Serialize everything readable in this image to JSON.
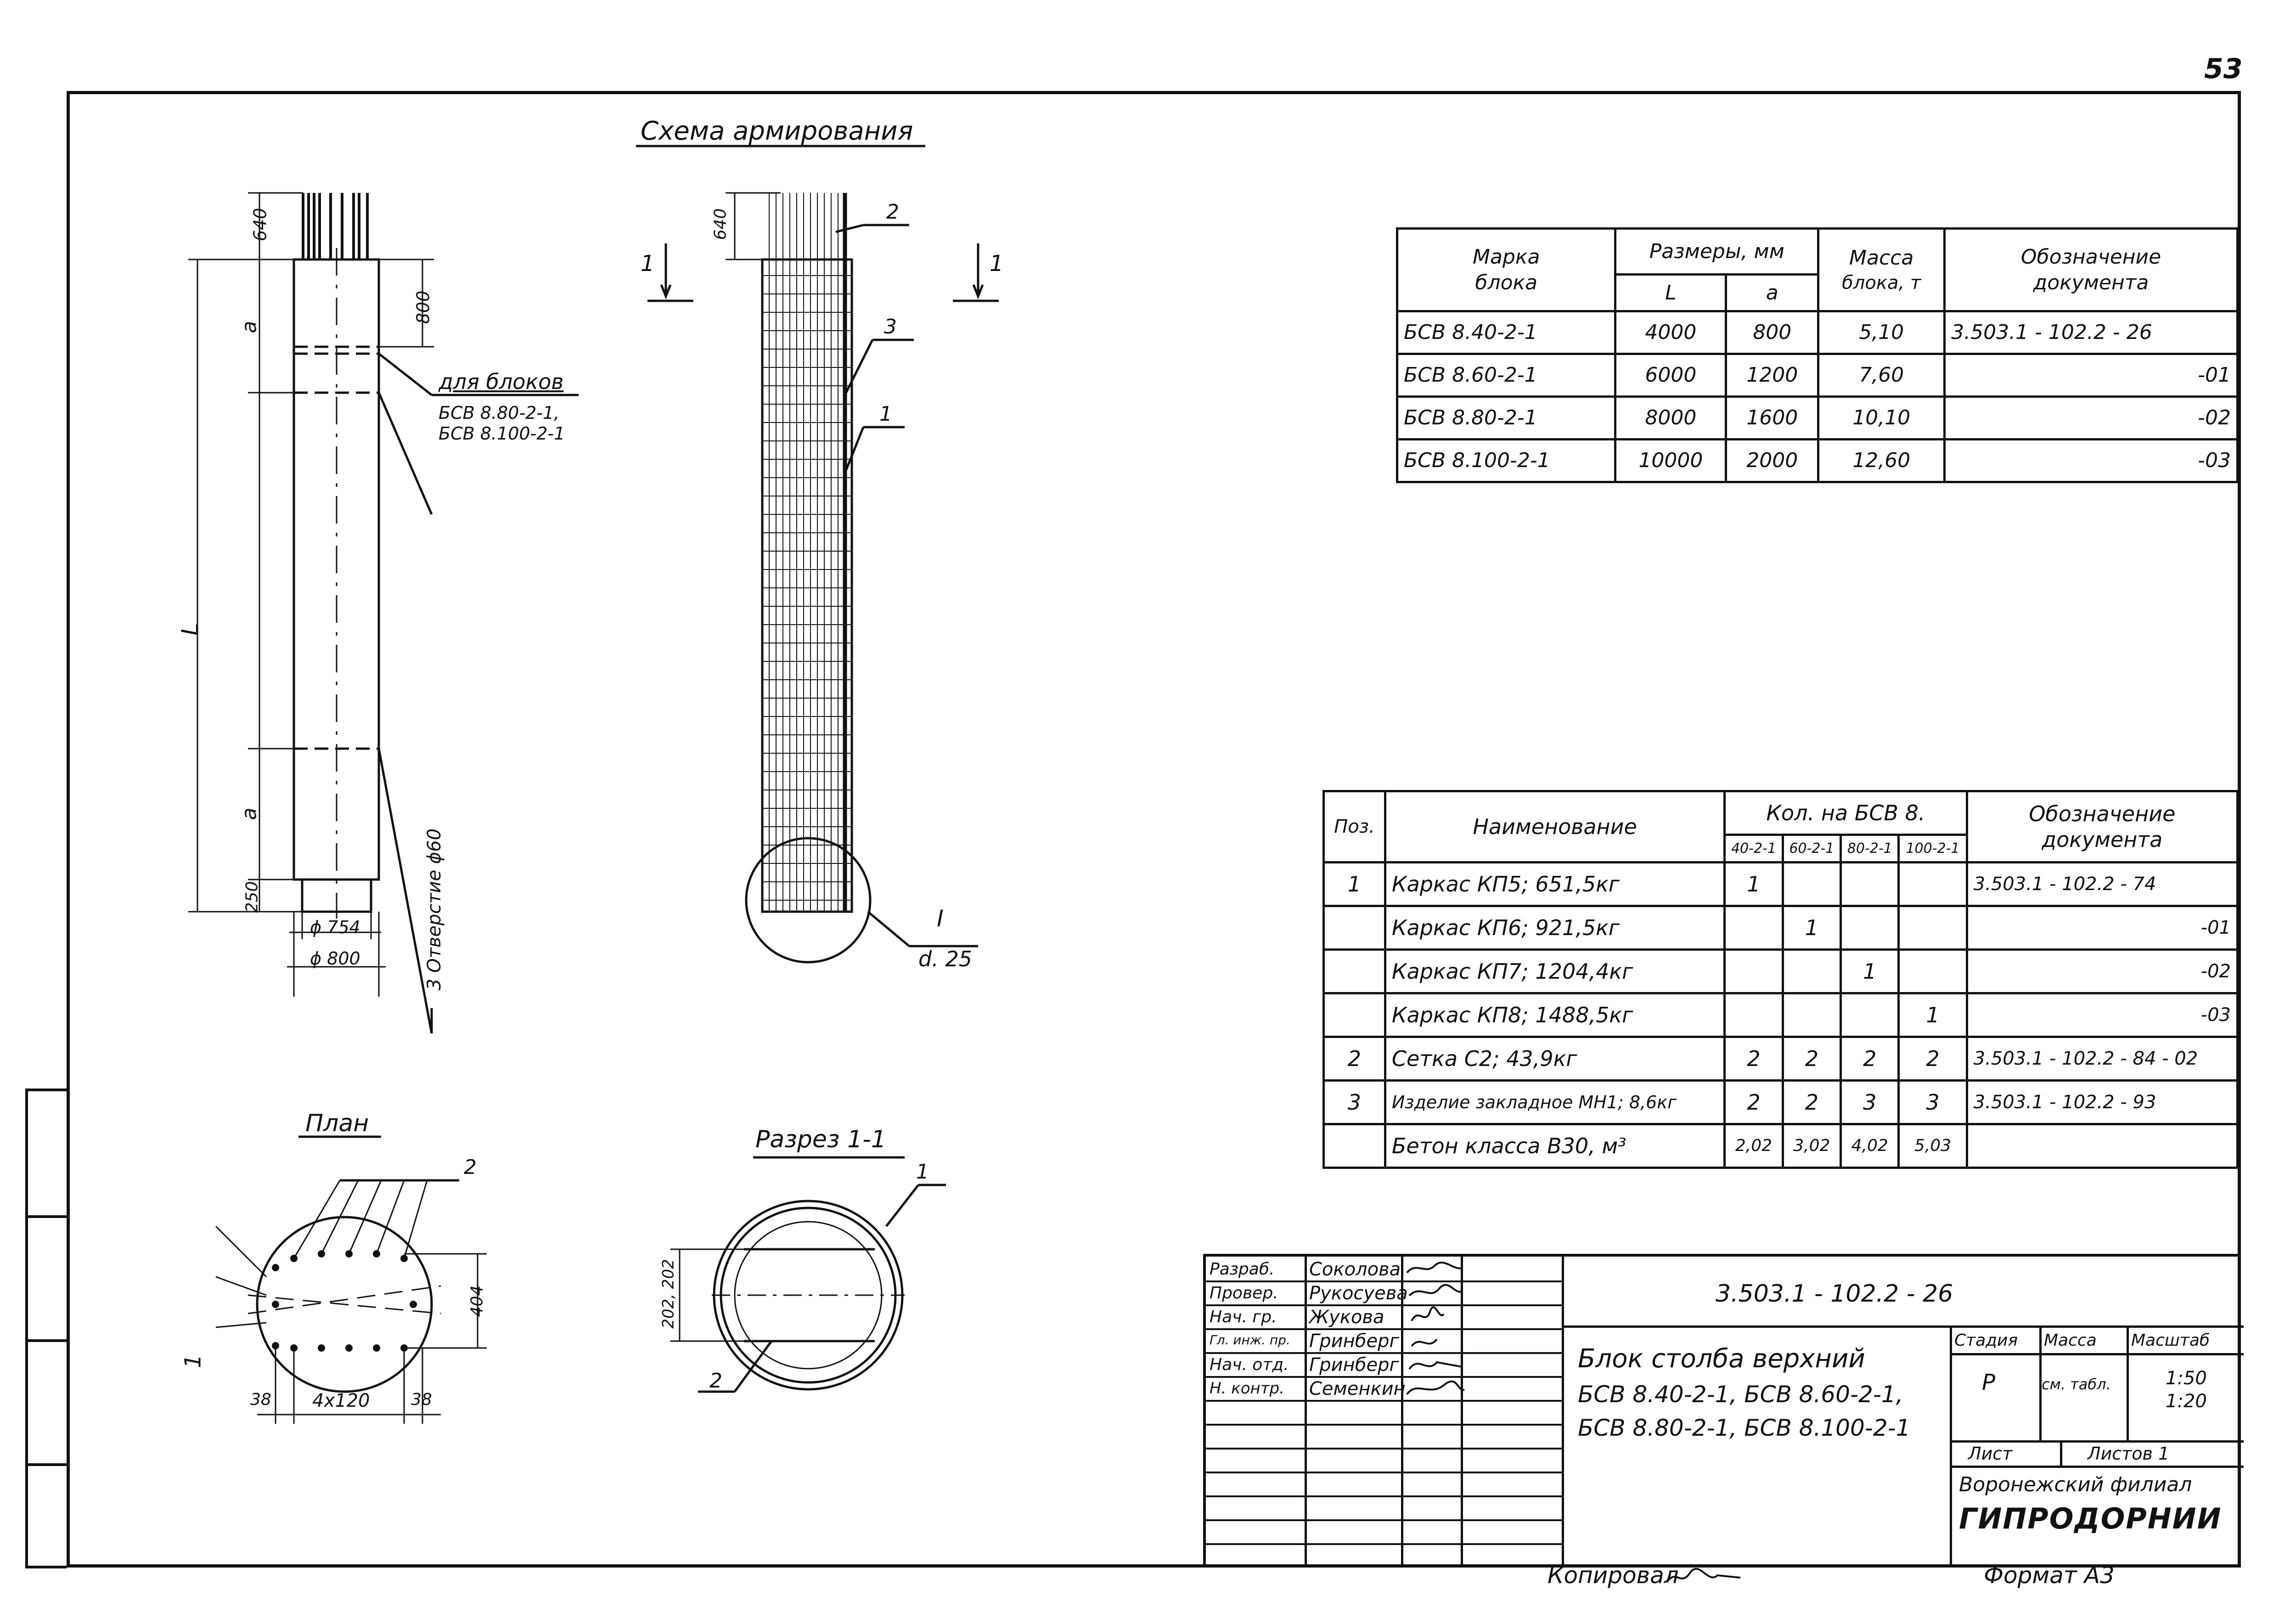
{
  "page_number": "53",
  "section_title": "Схема армирования",
  "drawing_a": {
    "dim_top": "640",
    "dim_a": "a",
    "dim_800": "800",
    "dim_L": "L",
    "dim_a2": "a",
    "dim_250": "250",
    "note_title": "для блоков",
    "note_line1": "БСВ 8.80-2-1,",
    "note_line2": "БСВ 8.100-2-1",
    "hole_note": "3 Отверстие ϕ60",
    "dia_inner": "ϕ 754",
    "dia_outer": "ϕ 800"
  },
  "drawing_b": {
    "dim_top": "640",
    "pos_2": "2",
    "pos_3": "3",
    "pos_1": "1",
    "cut_left": "1",
    "cut_right": "1",
    "detail_num": "I",
    "detail_ref": "d. 25"
  },
  "plan": {
    "title": "План",
    "pos_2": "2",
    "pos_1": "1",
    "dim_404": "404",
    "dim_38a": "38",
    "dim_4x120": "4x120",
    "dim_38b": "38"
  },
  "section": {
    "title": "Разрез 1-1",
    "pos_1": "1",
    "pos_2": "2",
    "dim_202": "202, 202"
  },
  "block_table": {
    "head": {
      "mark": "Марка",
      "mark2": "блока",
      "sizes": "Размеры, мм",
      "L": "L",
      "a": "a",
      "mass": "Масса",
      "mass2": "блока, т",
      "doc": "Обозначение",
      "doc2": "документа"
    },
    "rows": [
      {
        "mark": "БСВ 8.40-2-1",
        "L": "4000",
        "a": "800",
        "mass": "5,10",
        "doc": "3.503.1 - 102.2 - 26"
      },
      {
        "mark": "БСВ 8.60-2-1",
        "L": "6000",
        "a": "1200",
        "mass": "7,60",
        "doc": "-01"
      },
      {
        "mark": "БСВ 8.80-2-1",
        "L": "8000",
        "a": "1600",
        "mass": "10,10",
        "doc": "-02"
      },
      {
        "mark": "БСВ 8.100-2-1",
        "L": "10000",
        "a": "2000",
        "mass": "12,60",
        "doc": "-03"
      }
    ]
  },
  "spec_table": {
    "head": {
      "pos": "Поз.",
      "name": "Наименование",
      "qty": "Кол. на БСВ 8.",
      "q1": "40-2-1",
      "q2": "60-2-1",
      "q3": "80-2-1",
      "q4": "100-2-1",
      "doc": "Обозначение",
      "doc2": "документа"
    },
    "rows": [
      {
        "pos": "1",
        "name": "Каркас КП5;  651,5кг",
        "q1": "1",
        "q2": "",
        "q3": "",
        "q4": "",
        "doc": "3.503.1 - 102.2 - 74"
      },
      {
        "pos": "",
        "name": "Каркас КП6;  921,5кг",
        "q1": "",
        "q2": "1",
        "q3": "",
        "q4": "",
        "doc": "-01"
      },
      {
        "pos": "",
        "name": "Каркас КП7;  1204,4кг",
        "q1": "",
        "q2": "",
        "q3": "1",
        "q4": "",
        "doc": "-02"
      },
      {
        "pos": "",
        "name": "Каркас КП8;  1488,5кг",
        "q1": "",
        "q2": "",
        "q3": "",
        "q4": "1",
        "doc": "-03"
      },
      {
        "pos": "2",
        "name": "Сетка С2;  43,9кг",
        "q1": "2",
        "q2": "2",
        "q3": "2",
        "q4": "2",
        "doc": "3.503.1 - 102.2 - 84 - 02"
      },
      {
        "pos": "3",
        "name": "Изделие закладное МН1; 8,6кг",
        "q1": "2",
        "q2": "2",
        "q3": "3",
        "q4": "3",
        "doc": "3.503.1 - 102.2 - 93"
      },
      {
        "pos": "",
        "name": "Бетон класса В30,  м³",
        "q1": "2,02",
        "q2": "3,02",
        "q3": "4,02",
        "q4": "5,03",
        "doc": ""
      }
    ]
  },
  "title_block": {
    "doc_code": "3.503.1 - 102.2 - 26",
    "roles": [
      {
        "role": "Разраб.",
        "name": "Соколова"
      },
      {
        "role": "Провер.",
        "name": "Рукосуева"
      },
      {
        "role": "Нач. гр.",
        "name": "Жукова"
      },
      {
        "role": "Гл. инж. пр.",
        "name": "Гринберг"
      },
      {
        "role": "Нач. отд.",
        "name": "Гринберг"
      },
      {
        "role": "Н. контр.",
        "name": "Семенкин"
      }
    ],
    "title_line1": "Блок столба верхний",
    "title_line2": "БСВ 8.40-2-1,   БСВ 8.60-2-1,",
    "title_line3": "БСВ 8.80-2-1,   БСВ 8.100-2-1",
    "stage_label": "Стадия",
    "mass_label": "Масса",
    "scale_label": "Масштаб",
    "stage": "Р",
    "mass": "см. табл.",
    "scale1": "1:50",
    "scale2": "1:20",
    "sheet_label": "Лист",
    "sheets_label": "Листов 1",
    "org1": "Воронежский филиал",
    "org2": "ГИПРОДОРНИИ"
  },
  "footer": {
    "copied": "Копировал",
    "format": "Формат А3"
  }
}
